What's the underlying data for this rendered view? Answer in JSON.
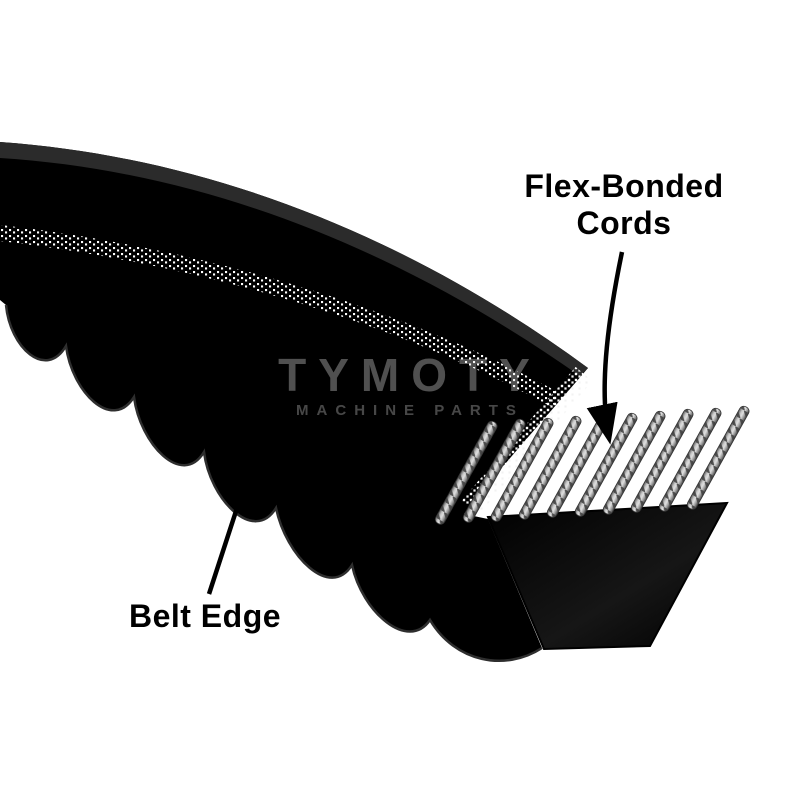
{
  "illustration": {
    "background": "#ffffff",
    "labels": {
      "flex_bonded_cords": "Flex-Bonded\nCords",
      "belt_edge": "Belt Edge"
    },
    "watermark": {
      "line1": "TYMOTY",
      "line2": "MACHINE PARTS"
    },
    "colors": {
      "belt": "#000000",
      "arrow": "#000000",
      "label_text": "#000000",
      "speckle": "#ffffff",
      "cord_light": "#e0e0e0",
      "cord_dark": "#3f3f3f"
    }
  }
}
